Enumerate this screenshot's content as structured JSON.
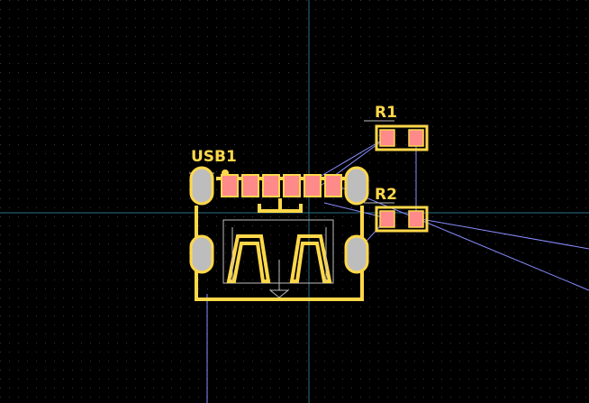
{
  "canvas": {
    "background": "#000000",
    "grid_color": "#3a3a3a",
    "crosshair_color": "#2c6f86",
    "silkscreen_color": "#ffd84a",
    "pad_color": "#ff8a8a",
    "ratsnest_color": "#8a8cff",
    "courtyard_color": "#bdbdbd"
  },
  "components": {
    "usb1": {
      "ref": "USB1"
    },
    "r1": {
      "ref": "R1"
    },
    "r2": {
      "ref": "R2"
    }
  }
}
